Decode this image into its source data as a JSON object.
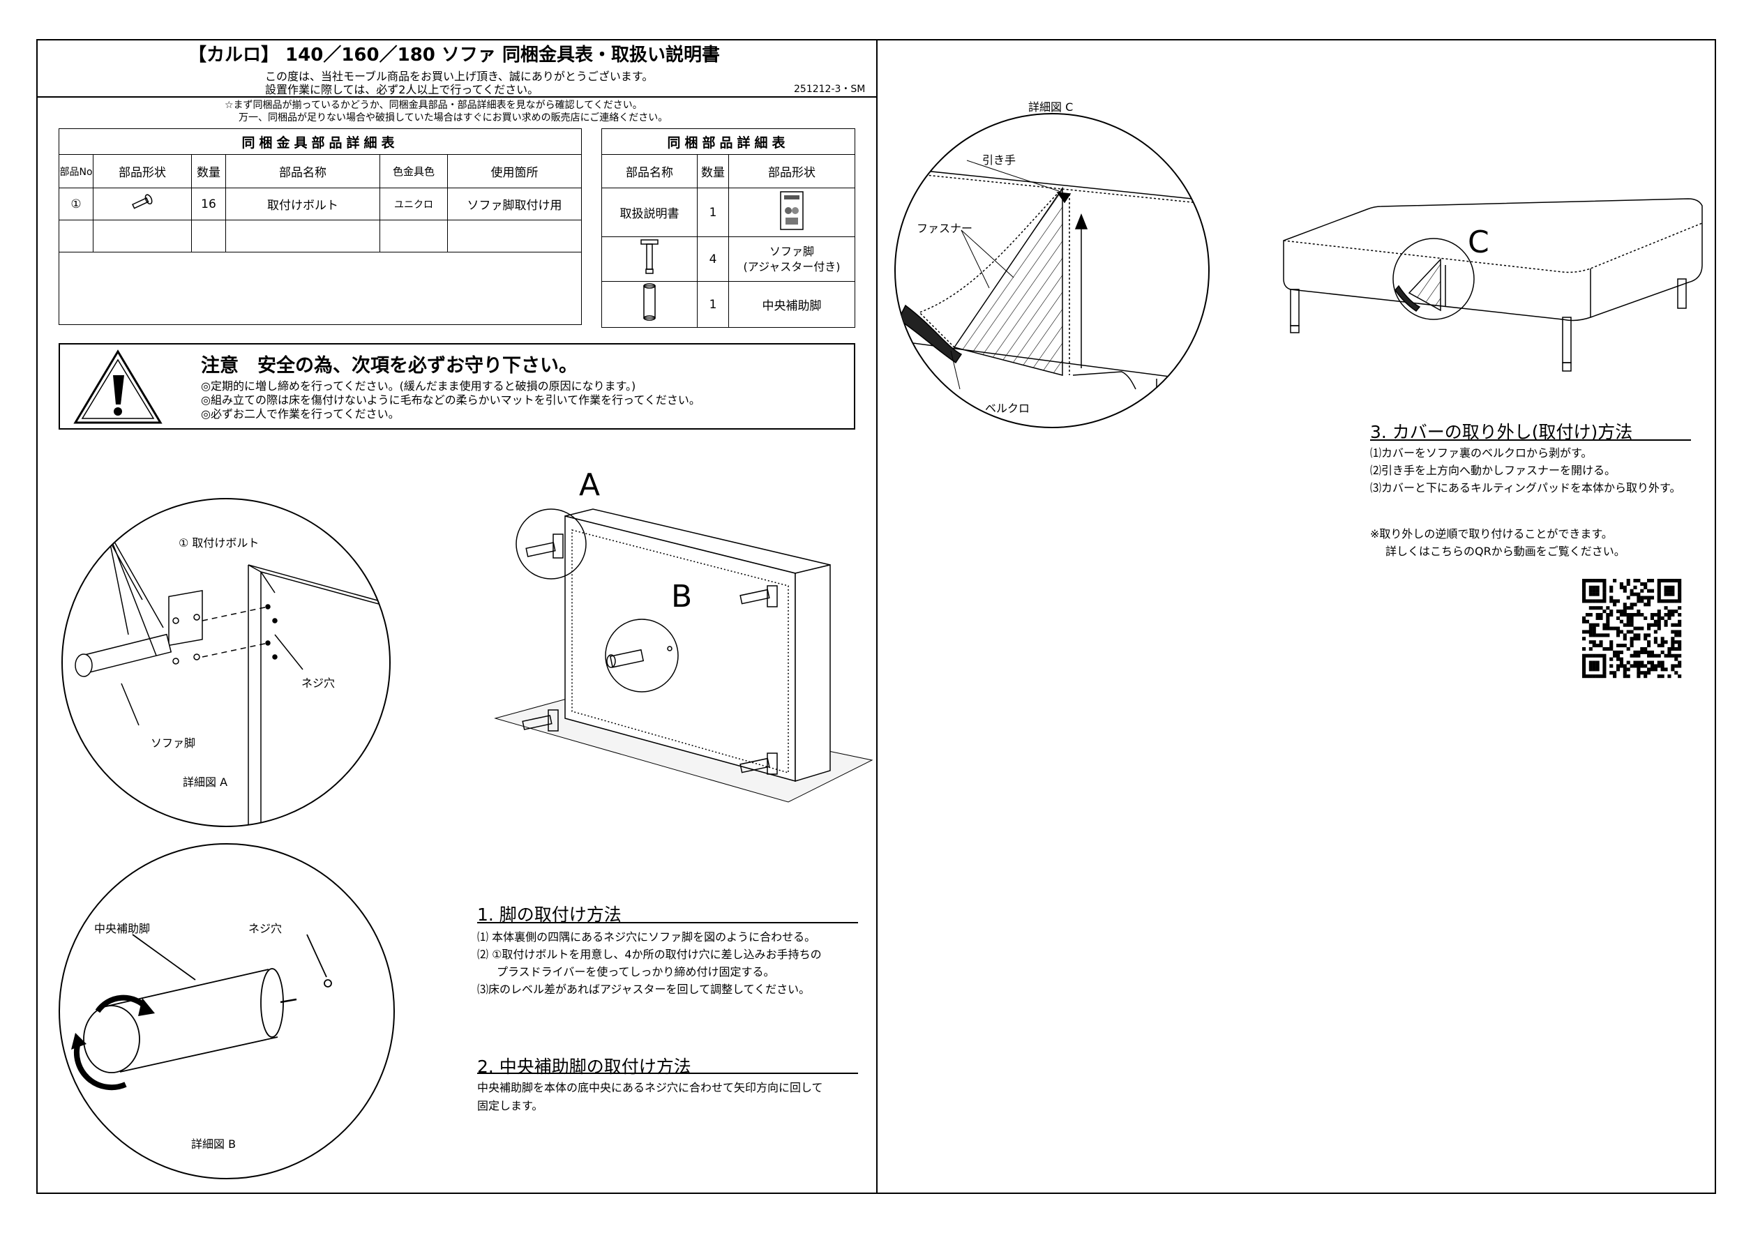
{
  "header": {
    "title": "【カルロ】 140／160／180 ソファ  同梱金具表・取扱い説明書",
    "thanks": "この度は、当社モーブル商品をお買い上げ頂き、誠にありがとうございます。",
    "two_people": "設置作業に際しては、必ず2人以上で行ってください。",
    "code": "251212-3・SM",
    "check1": "☆まず同梱品が揃っているかどうか、同梱金具部品・部品詳細表を見ながら確認してください。",
    "check2": "万一、同梱品が足りない場合や破損していた場合はすぐにお買い求めの販売店にご連絡ください。"
  },
  "hardware_table": {
    "caption": "同梱金具部品詳細表",
    "headers": {
      "no": "部品No",
      "shape": "部品形状",
      "qty": "数量",
      "name": "部品名称",
      "color": "色金具色",
      "use": "使用箇所"
    },
    "row1": {
      "no": "①",
      "qty": "16",
      "name": "取付けボルト",
      "color": "ユニクロ",
      "use": "ソファ脚取付け用"
    }
  },
  "parts_table": {
    "caption": "同梱部品詳細表",
    "headers": {
      "name": "部品名称",
      "qty": "数量",
      "shape": "部品形状"
    },
    "row1": {
      "name": "取扱説明書",
      "qty": "1"
    },
    "row2": {
      "qty": "4",
      "shape1": "ソファ脚",
      "shape2": "(アジャスター付き)"
    },
    "row3": {
      "qty": "1",
      "shape": "中央補助脚"
    }
  },
  "caution": {
    "head": "注意　安全の為、次項を必ずお守り下さい。",
    "line1": "◎定期的に増し締めを行ってください。(緩んだまま使用すると破損の原因になります。)",
    "line2": "◎組み立ての際は床を傷付けないように毛布などの柔らかいマットを引いて作業を行ってください。",
    "line3": "◎必ずお二人で作業を行ってください。"
  },
  "detail_a": {
    "bolt": "①  取付けボルト",
    "hole": "ネジ穴",
    "leg": "ソファ脚",
    "caption": "詳細図 A"
  },
  "detail_b": {
    "center_leg": "中央補助脚",
    "hole": "ネジ穴",
    "caption": "詳細図 B"
  },
  "overview": {
    "a": "A",
    "b": "B"
  },
  "step1": {
    "title": "1. 脚の取付け方法",
    "l1": "⑴ 本体裏側の四隅にあるネジ穴にソファ脚を図のように合わせる。",
    "l2": "⑵ ①取付けボルトを用意し、4か所の取付け穴に差し込みお手持ちの",
    "l3": "プラスドライバーを使ってしっかり締め付け固定する。",
    "l4": "⑶床のレベル差があればアジャスターを回して調整してください。"
  },
  "step2": {
    "title": "2. 中央補助脚の取付け方法",
    "l1": "中央補助脚を本体の底中央にあるネジ穴に合わせて矢印方向に回して",
    "l2": "固定します。"
  },
  "detail_c": {
    "caption": "詳細図 C",
    "handle": "引き手",
    "zipper": "ファスナー",
    "velcro": "ベルクロ",
    "c": "C"
  },
  "step3": {
    "title": "3. カバーの取り外し(取付け)方法",
    "l1": "⑴カバーをソファ裏のベルクロから剥がす。",
    "l2": "⑵引き手を上方向へ動かしファスナーを開ける。",
    "l3": "⑶カバーと下にあるキルティングパッドを本体から取り外す。",
    "n1": "※取り外しの逆順で取り付けることができます。",
    "n2": "詳しくはこちらのQRから動画をご覧ください。"
  },
  "icons": {
    "warning": "warning-triangle-icon",
    "qr": "qr-code-icon"
  }
}
